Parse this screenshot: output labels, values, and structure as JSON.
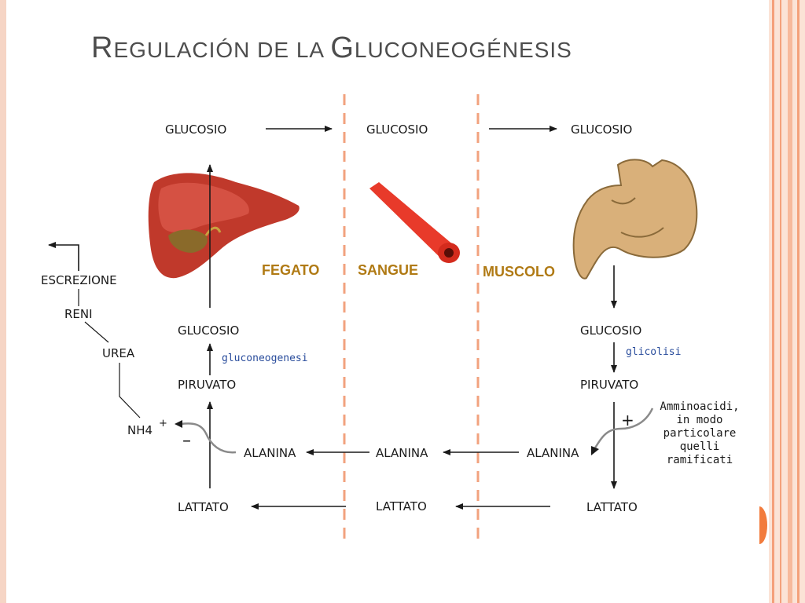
{
  "title": {
    "first": "R",
    "rest1": "EGULACIÓN DE LA ",
    "second": "G",
    "rest2": "LUCONEOGÉNESIS"
  },
  "columns": {
    "liver": {
      "organ": "FEGATO",
      "top": "GLUCOSIO",
      "glucose": "GLUCOSIO",
      "process": "gluconeogenesi",
      "pyruvate": "PIRUVATO",
      "alanine": "ALANINA",
      "lactate": "LATTATO",
      "nh4": "NH4",
      "nh4_sup": "+",
      "inhibit": "–"
    },
    "blood": {
      "organ": "SANGUE",
      "top": "GLUCOSIO",
      "alanine": "ALANINA",
      "lactate": "LATTATO"
    },
    "muscle": {
      "organ": "MUSCOLO",
      "top": "GLUCOSIO",
      "glucose": "GLUCOSIO",
      "process": "glicolisi",
      "pyruvate": "PIRUVATO",
      "alanine": "ALANINA",
      "lactate": "LATTATO",
      "activate": "+"
    }
  },
  "excretion": {
    "escrezione": "ESCREZIONE",
    "reni": "RENI",
    "urea": "UREA"
  },
  "amino_note": [
    "Amminoacidi,",
    "in modo",
    "particolare",
    "quelli",
    "ramificati"
  ],
  "colors": {
    "accent": "#f4a07a",
    "dashed": "#f2a27e",
    "organ_label": "#b07a14",
    "process_text": "#2a4d9c",
    "title": "#4d4d4d"
  }
}
